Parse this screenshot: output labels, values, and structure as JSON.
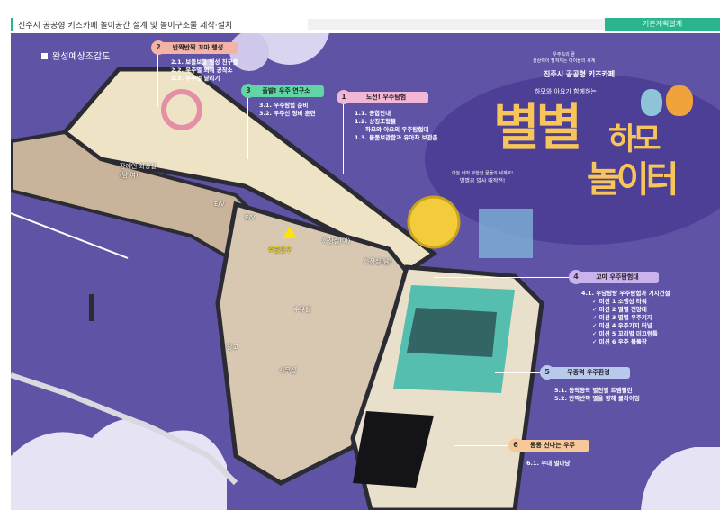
{
  "header": {
    "title": "진주시 공공형 키즈카페 놀이공간 설계 및 놀이구조물 제작·설치",
    "stage_button": "기본계획설계"
  },
  "section_title": "완성예상조감도",
  "colors": {
    "accent": "#2bb58f",
    "panel": "#5f53a6",
    "title_yellow": "#f7c55a"
  },
  "callouts": [
    {
      "num": "1",
      "title": "도전! 우주탐험",
      "items": [
        "1.1. 종합안내",
        "1.2. 상징조형물",
        "하모와 아요의 우주탐험대",
        "1.3. 물품보관함과 유아차 보관존"
      ]
    },
    {
      "num": "2",
      "title": "반짝반짝 꼬마 행성",
      "items": [
        "2.1. 보들보들 행성 친구들",
        "2.2. 우주별 외계 공작소",
        "2.3. 우주별 달리기"
      ]
    },
    {
      "num": "3",
      "title": "출발! 우주 연구소",
      "items": [
        "3.1. 우주탐험 준비",
        "3.2. 우주선 정비 훈련"
      ]
    },
    {
      "num": "4",
      "title": "꼬마 우주탐험대",
      "items": [
        "4.1. 우당탕탕 우주탐험과 기지건설",
        "✓ 미션 1 소행성 타워",
        "✓ 미션 2 별별 전망대",
        "✓ 미션 3 별별 우주기지",
        "✓ 미션 4 우주기지 터널",
        "✓ 미션 5 꼬리별 미끄럼틀",
        "✓ 미션 6 우주 볼풀장"
      ]
    },
    {
      "num": "5",
      "title": "무중력 우주환경",
      "items": [
        "5.1. 등락등락 별천별 트램펄린",
        "5.2. 반짝반짝 별을 향해 클라이밍"
      ]
    },
    {
      "num": "6",
      "title": "통통 신나는 우주",
      "items": [
        "6.1. 우대 별마당"
      ]
    }
  ],
  "rooms": {
    "accessible_restroom": "장애인 화장실",
    "accessible_restroom_sub": "(남  여)",
    "ev1": "E/V",
    "ev2": "E/V",
    "entrance": "주출입구",
    "restroom_f": "화장실(여)",
    "restroom_m": "화장실(남)",
    "nursing": "수유실",
    "storage": "창고",
    "office": "사무실"
  },
  "logo": {
    "tagline1": "우주속의 꿈",
    "tagline2": "상상력이 펼쳐지는 아이들의 세계",
    "org": "진주시 공공형 키즈카페",
    "sub": "하모와 아요가 함께하는",
    "title1": "별별",
    "title2": "하모",
    "title3": "놀이터",
    "slogan1": "아늘 너머 무한한 꿈들의 세계로!",
    "slogan2": "별별꿈 발사 대작전!"
  }
}
